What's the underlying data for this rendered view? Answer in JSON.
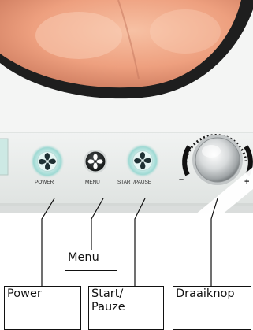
{
  "controls": {
    "power": {
      "label": "POWER",
      "icon": "fan-icon"
    },
    "menu": {
      "label": "MENU",
      "icon": "menu-knob-icon"
    },
    "start_pause": {
      "label": "START/PAUSE",
      "icon": "fan-icon"
    },
    "minus_sign": "–",
    "plus_sign": "+"
  },
  "callouts": {
    "menu": "Menu",
    "power": "Power",
    "start_pause": "Start/\nPauze",
    "knob": "Draaiknop"
  },
  "colors": {
    "panel": "#e9ecea",
    "button_glow": "#8fd3cd",
    "button_dark": "#1f3134",
    "leader_line": "#111111"
  }
}
